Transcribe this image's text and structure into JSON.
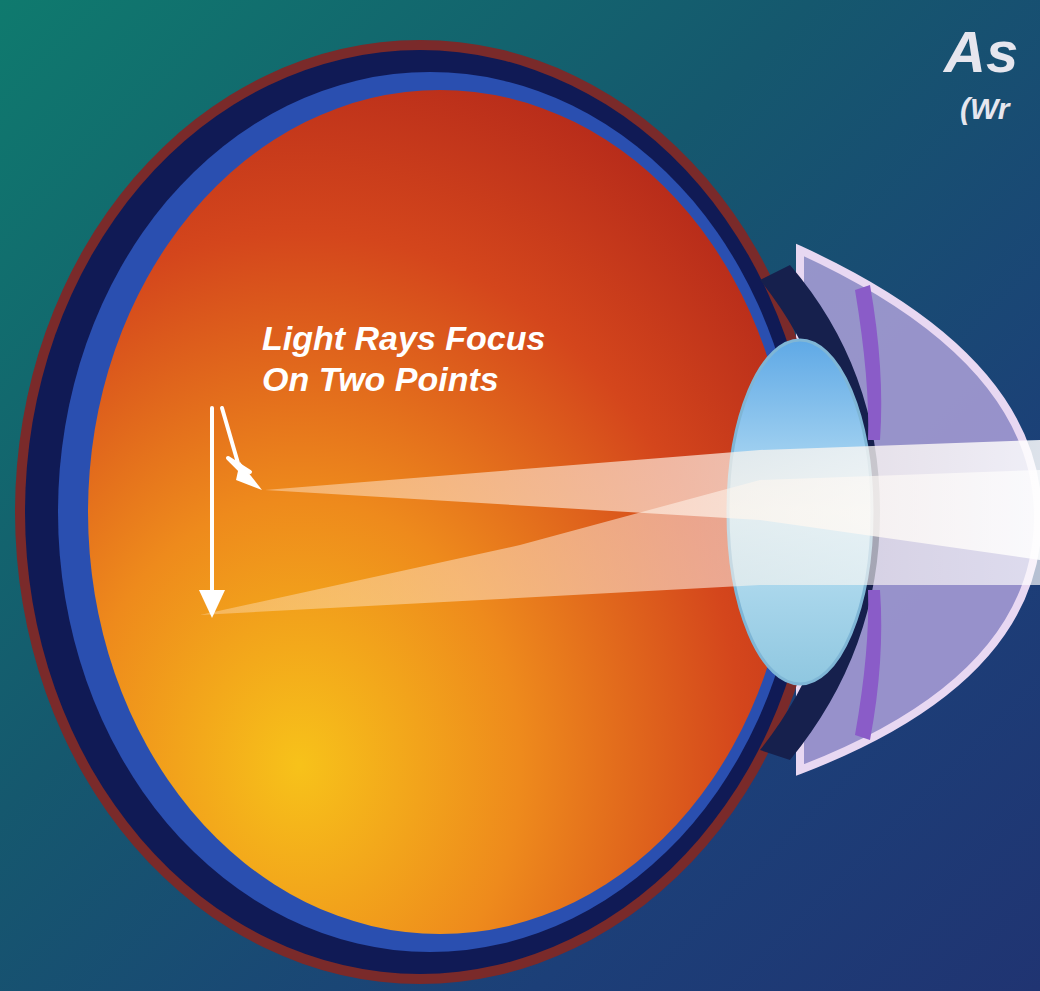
{
  "diagram": {
    "title": "As",
    "labels": [
      "(Wr",
      "Light Rays Focus On Two Points"
    ]
  }
}
